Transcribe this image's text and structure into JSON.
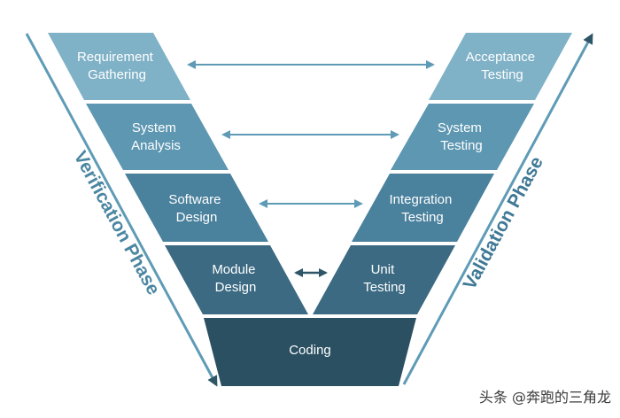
{
  "colors": {
    "level1": "#7fb1c7",
    "level2": "#5d97b2",
    "level3": "#4a819d",
    "level4": "#3b6a82",
    "coding": "#2b5062",
    "arrow": "#5f9bb6",
    "arrow_dark": "#2e5667",
    "verification_text": "#4b86a1",
    "validation_text": "#3f7996"
  },
  "left_stages": [
    {
      "line1": "Requirement",
      "line2": "Gathering"
    },
    {
      "line1": "System",
      "line2": "Analysis"
    },
    {
      "line1": "Software",
      "line2": "Design"
    },
    {
      "line1": "Module",
      "line2": "Design"
    }
  ],
  "right_stages": [
    {
      "line1": "Acceptance",
      "line2": "Testing"
    },
    {
      "line1": "System",
      "line2": "Testing"
    },
    {
      "line1": "Integration",
      "line2": "Testing"
    },
    {
      "line1": "Unit",
      "line2": "Testing"
    }
  ],
  "bottom_stage": {
    "label": "Coding"
  },
  "phases": {
    "verification": "Verification Phase",
    "validation": "Validation Phase"
  },
  "watermark": "头条 @奔跑的三角龙"
}
